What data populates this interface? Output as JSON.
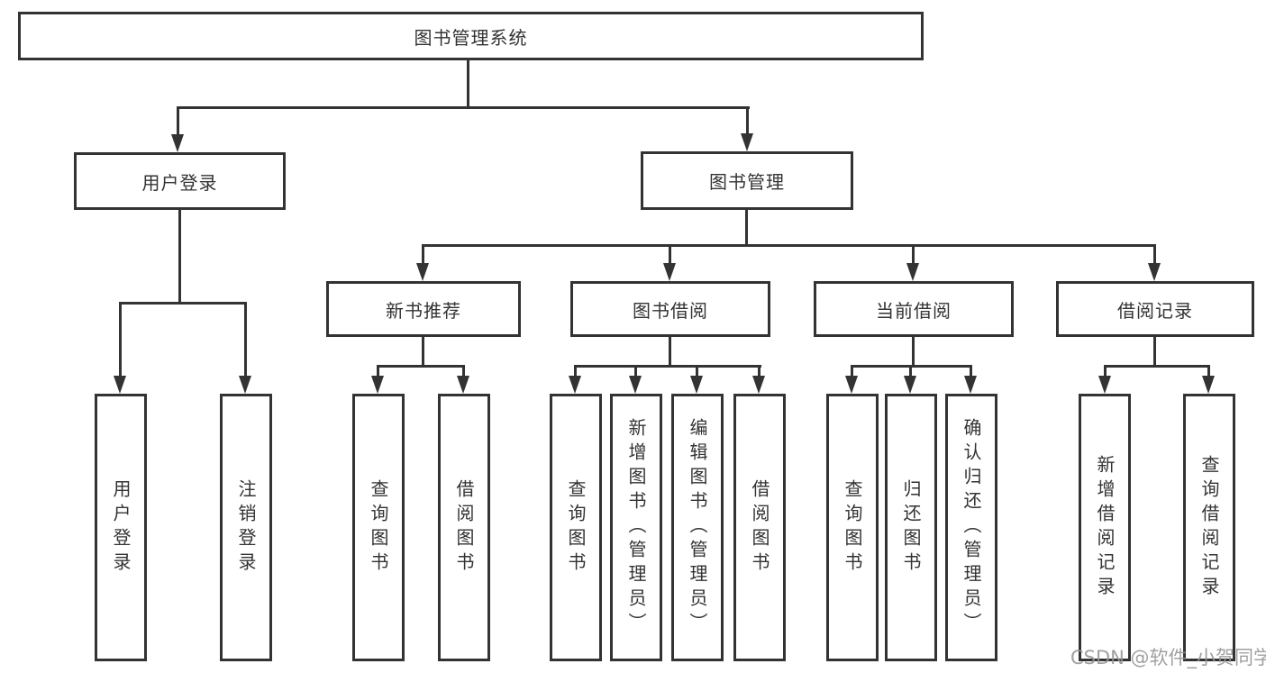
{
  "diagram": {
    "root": {
      "label": "图书管理系统"
    },
    "level2": [
      {
        "label": "用户登录"
      },
      {
        "label": "图书管理"
      }
    ],
    "level3": [
      {
        "label": "新书推荐"
      },
      {
        "label": "图书借阅"
      },
      {
        "label": "当前借阅"
      },
      {
        "label": "借阅记录"
      }
    ],
    "leaves": [
      {
        "label": "用户登录"
      },
      {
        "label": "注销登录"
      },
      {
        "label": "查询图书"
      },
      {
        "label": "借阅图书"
      },
      {
        "label": "查询图书"
      },
      {
        "label": "新增图书（管理员）"
      },
      {
        "label": "编辑图书（管理员）"
      },
      {
        "label": "借阅图书"
      },
      {
        "label": "查询图书"
      },
      {
        "label": "归还图书"
      },
      {
        "label": "确认归还（管理员）"
      },
      {
        "label": "新增借阅记录"
      },
      {
        "label": "查询借阅记录"
      }
    ]
  },
  "watermark": "CSDN @软件_小贺同学",
  "colors": {
    "line": "#333333",
    "box_fill": "#ffffff",
    "text": "#333333",
    "watermark": "#969696",
    "background": "#ffffff"
  }
}
